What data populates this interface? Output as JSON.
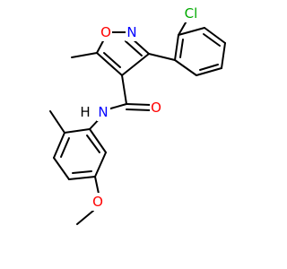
{
  "molecule": {
    "labels": {
      "O_ring": "O",
      "N_ring": "N",
      "Cl": "Cl",
      "O_carbonyl": "O",
      "N_amide": "N",
      "H_amide": "H",
      "O_methoxy": "O"
    },
    "colors": {
      "bond": "#000000",
      "O": "#ff0000",
      "N": "#0000ff",
      "Cl": "#00aa00",
      "H": "#000000"
    }
  }
}
